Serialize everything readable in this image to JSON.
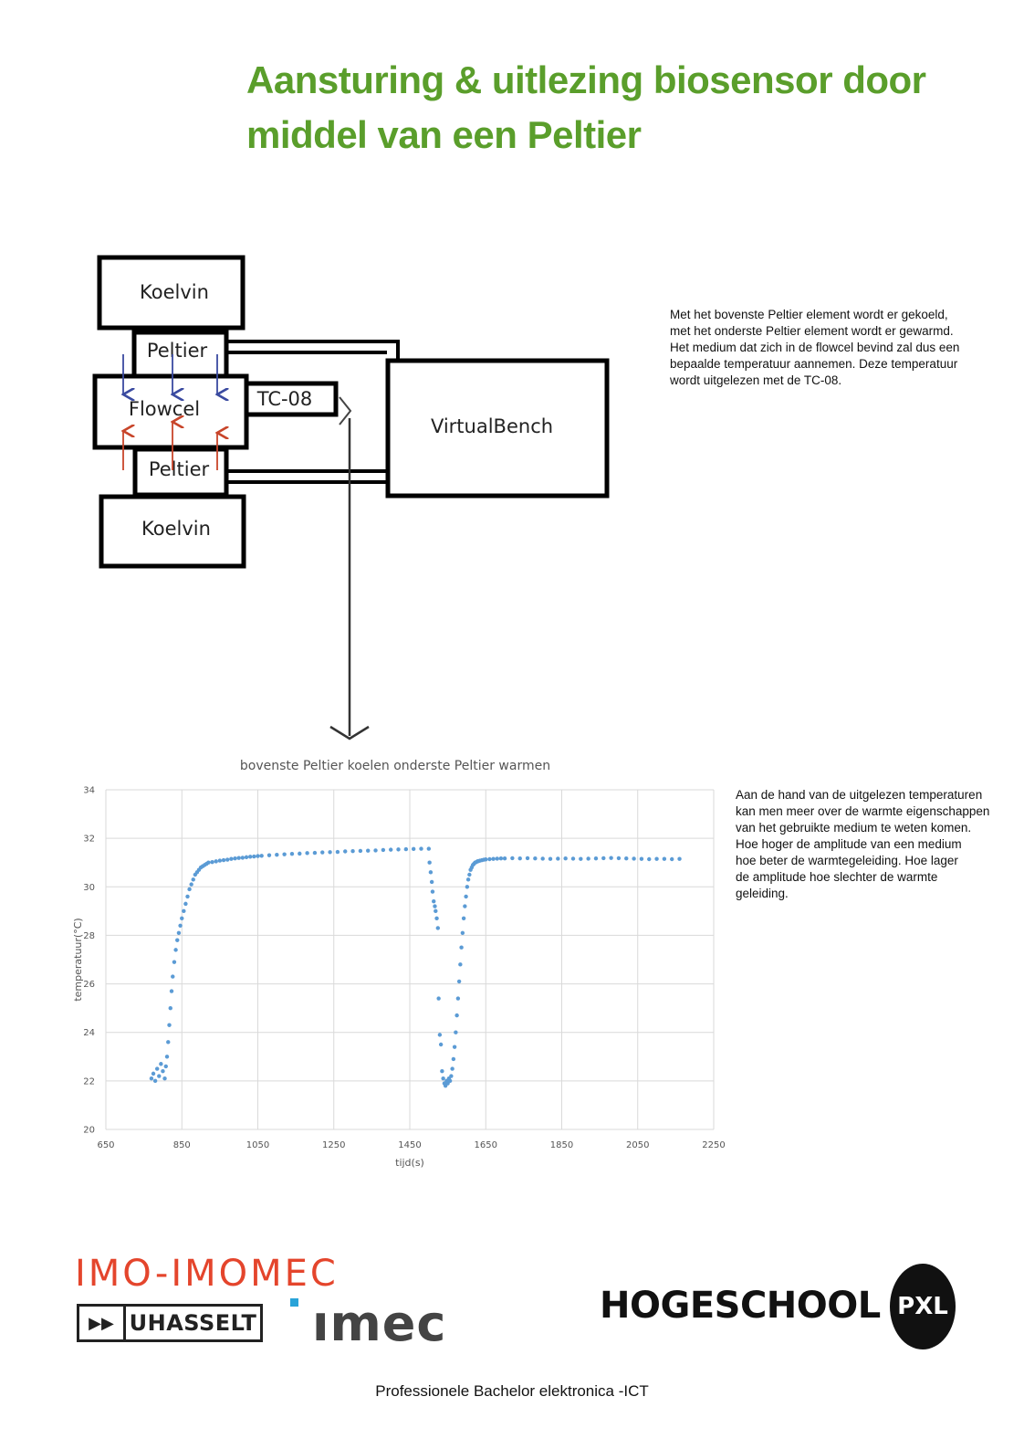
{
  "title": {
    "line1": "Aansturing & uitlezing biosensor door",
    "line2": "middel van een Peltier"
  },
  "diagram": {
    "koelvin_top": "Koelvin",
    "peltier_top": "Peltier",
    "flowcel": "Flowcel",
    "tc08": "TC-08",
    "peltier_bottom": "Peltier",
    "koelvin_bottom": "Koelvin",
    "virtualbench": "VirtualBench",
    "colors": {
      "cool_arrow": "#3a4aa0",
      "heat_arrow": "#c8452a"
    }
  },
  "description1": [
    "Met het bovenste Peltier element wordt er gekoeld,",
    "met het onderste Peltier element wordt er gewarmd.",
    "Het medium dat zich in de flowcel bevind zal dus een",
    "bepaalde temperatuur aannemen. Deze temperatuur",
    "wordt uitgelezen met de TC-08."
  ],
  "description2": [
    "Aan de hand van de uitgelezen temperaturen",
    "kan men meer over de warmte eigenschappen",
    "van het gebruikte medium te weten komen.",
    "Hoe hoger de amplitude van een medium",
    "hoe beter de warmtegeleiding. Hoe lager",
    "de amplitude hoe slechter de warmte",
    "geleiding."
  ],
  "chart_data": {
    "type": "scatter",
    "title": "bovenste Peltier koelen onderste Peltier warmen",
    "xlabel": "tijd(s)",
    "ylabel": "temperatuur(°C)",
    "xlim": [
      650,
      2250
    ],
    "ylim": [
      20,
      34
    ],
    "xticks": [
      650,
      850,
      1050,
      1250,
      1450,
      1650,
      1850,
      2050,
      2250
    ],
    "yticks": [
      20,
      22,
      24,
      26,
      28,
      30,
      32,
      34
    ],
    "grid": true,
    "marker_color": "#5b9bd5",
    "series": [
      {
        "x": [
          770,
          775,
          780,
          785,
          790,
          795,
          800,
          805,
          808,
          811,
          814,
          817,
          820,
          823,
          826,
          830,
          834,
          838,
          842,
          846,
          850,
          855,
          860,
          865,
          870,
          875,
          880,
          885,
          890,
          895,
          900,
          905,
          910,
          915,
          920,
          930,
          940,
          950,
          960,
          970,
          980,
          990,
          1000,
          1010,
          1020,
          1030,
          1040,
          1050,
          1060,
          1080,
          1100,
          1120,
          1140,
          1160,
          1180,
          1200,
          1220,
          1240,
          1260,
          1280,
          1300,
          1320,
          1340,
          1360,
          1380,
          1400,
          1420,
          1440,
          1460,
          1480,
          1500,
          1502,
          1505,
          1508,
          1510,
          1513,
          1516,
          1518,
          1521,
          1524,
          1526,
          1529,
          1532,
          1535,
          1538,
          1541,
          1544,
          1547,
          1550,
          1553,
          1556,
          1559,
          1562,
          1565,
          1568,
          1571,
          1574,
          1577,
          1580,
          1583,
          1586,
          1589,
          1592,
          1595,
          1598,
          1601,
          1604,
          1607,
          1610,
          1613,
          1616,
          1619,
          1622,
          1625,
          1628,
          1631,
          1635,
          1640,
          1645,
          1650,
          1660,
          1670,
          1680,
          1690,
          1700,
          1720,
          1740,
          1760,
          1780,
          1800,
          1820,
          1840,
          1860,
          1880,
          1900,
          1920,
          1940,
          1960,
          1980,
          2000,
          2020,
          2040,
          2060,
          2080,
          2100,
          2120,
          2140,
          2160
        ],
        "y": [
          22.1,
          22.3,
          22.0,
          22.5,
          22.2,
          22.7,
          22.4,
          22.1,
          22.6,
          23.0,
          23.6,
          24.3,
          25.0,
          25.7,
          26.3,
          26.9,
          27.4,
          27.8,
          28.1,
          28.4,
          28.7,
          29.0,
          29.3,
          29.6,
          29.9,
          30.1,
          30.3,
          30.5,
          30.6,
          30.7,
          30.8,
          30.85,
          30.9,
          30.95,
          31.0,
          31.02,
          31.05,
          31.08,
          31.1,
          31.12,
          31.15,
          31.17,
          31.19,
          31.2,
          31.22,
          31.24,
          31.25,
          31.27,
          31.28,
          31.3,
          31.32,
          31.34,
          31.36,
          31.37,
          31.39,
          31.4,
          31.42,
          31.43,
          31.44,
          31.46,
          31.47,
          31.48,
          31.49,
          31.5,
          31.52,
          31.53,
          31.54,
          31.55,
          31.56,
          31.57,
          31.57,
          31.0,
          30.6,
          30.2,
          29.8,
          29.4,
          29.2,
          29.0,
          28.7,
          28.3,
          25.4,
          23.9,
          23.5,
          22.4,
          22.1,
          21.9,
          21.8,
          22.0,
          21.9,
          22.1,
          22.0,
          22.2,
          22.5,
          22.9,
          23.4,
          24.0,
          24.7,
          25.4,
          26.1,
          26.8,
          27.5,
          28.1,
          28.7,
          29.2,
          29.6,
          30.0,
          30.3,
          30.5,
          30.7,
          30.8,
          30.9,
          30.95,
          31.0,
          31.02,
          31.05,
          31.06,
          31.08,
          31.1,
          31.12,
          31.13,
          31.14,
          31.15,
          31.16,
          31.17,
          31.17,
          31.18,
          31.17,
          31.18,
          31.17,
          31.16,
          31.15,
          31.16,
          31.17,
          31.16,
          31.15,
          31.16,
          31.17,
          31.18,
          31.19,
          31.18,
          31.17,
          31.16,
          31.15,
          31.14,
          31.15,
          31.15,
          31.14,
          31.15
        ]
      }
    ]
  },
  "logos": {
    "imo": "IMO-IMOMEC",
    "uhasselt": "UHASSELT",
    "uhasselt_arrows": "▶▶",
    "imec": "ımec",
    "hogeschool": "HOGESCHOOL",
    "pxl": "PXL"
  },
  "footer": "Professionele Bachelor elektronica -ICT"
}
